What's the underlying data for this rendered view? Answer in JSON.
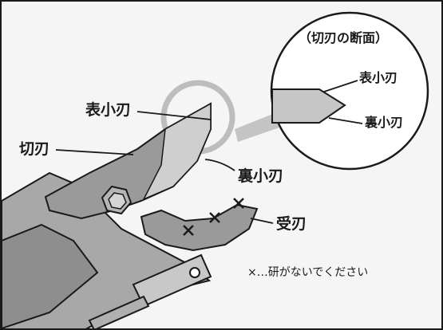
{
  "callout": {
    "title": "（切刃の断面）",
    "upper_label": "表小刃",
    "lower_label": "裏小刃"
  },
  "labels": {
    "front_bevel": "表小刃",
    "cutting_blade": "切刃",
    "back_bevel": "裏小刃",
    "anvil_blade": "受刃"
  },
  "note": "×…研がないでください",
  "colors": {
    "blade_gray": "#9a9a9a",
    "blade_light": "#cfcfcf",
    "body_gray": "#a8a8a8",
    "circle_gray": "#bdbdbd",
    "outline": "#1a1a1a",
    "background": "#f5f5f5"
  }
}
